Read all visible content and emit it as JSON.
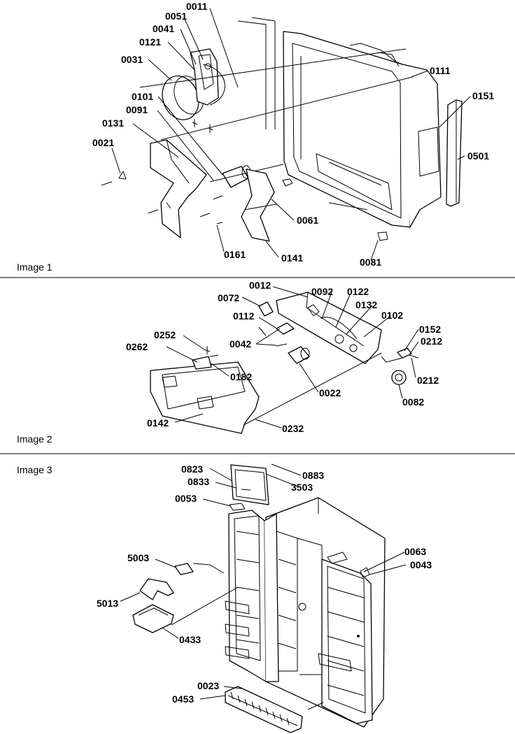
{
  "panels": [
    {
      "title": "Image 1",
      "labels": [
        "0011",
        "0051",
        "0041",
        "0121",
        "0031",
        "0101",
        "0091",
        "0131",
        "0021",
        "0111",
        "0151",
        "0501",
        "0061",
        "0161",
        "0141",
        "0081"
      ]
    },
    {
      "title": "Image 2",
      "labels": [
        "0012",
        "0072",
        "0092",
        "0122",
        "0132",
        "0102",
        "0112",
        "0042",
        "0152",
        "0212",
        "0212",
        "0252",
        "0262",
        "0182",
        "0022",
        "0082",
        "0142",
        "0232"
      ]
    },
    {
      "title": "Image 3",
      "labels": [
        "0823",
        "0833",
        "0883",
        "3503",
        "0053",
        "5003",
        "5013",
        "0433",
        "0063",
        "0043",
        "0023",
        "0453"
      ]
    }
  ]
}
